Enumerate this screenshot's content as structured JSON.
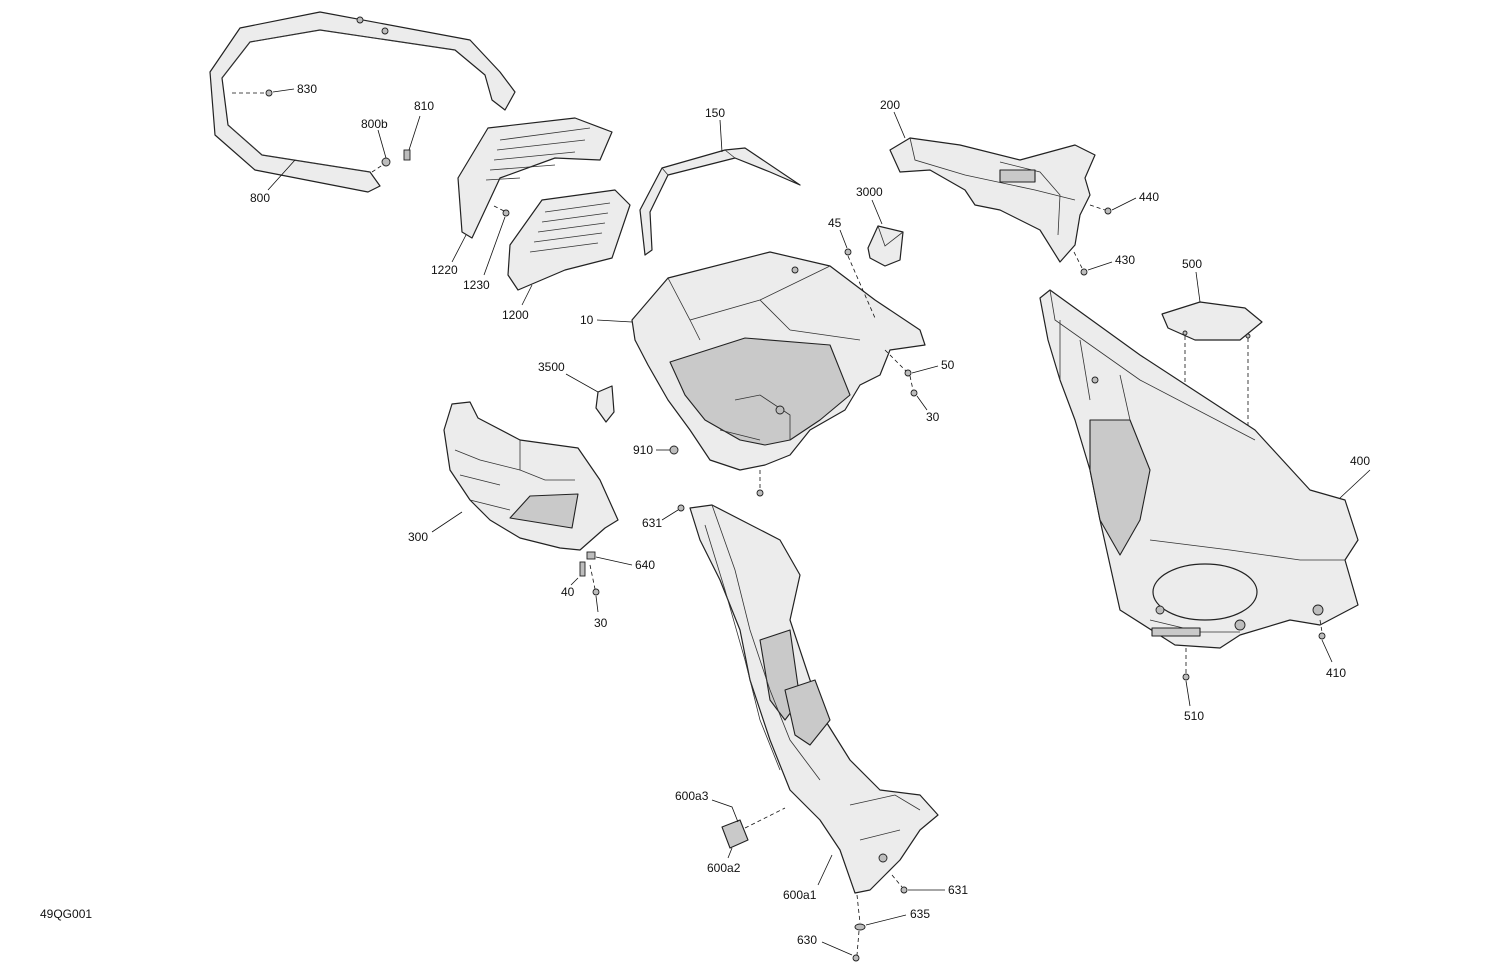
{
  "drawing_code": "49QG001",
  "callouts": {
    "c830": "830",
    "c810": "810",
    "c800b": "800b",
    "c800": "800",
    "c150": "150",
    "c200": "200",
    "c3000": "3000",
    "c45": "45",
    "c440": "440",
    "c430": "430",
    "c500": "500",
    "c1220": "1220",
    "c1230": "1230",
    "c1200": "1200",
    "c10": "10",
    "c50": "50",
    "c30a": "30",
    "c3500": "3500",
    "c910": "910",
    "c400": "400",
    "c300": "300",
    "c631a": "631",
    "c640": "640",
    "c40": "40",
    "c30b": "30",
    "c410": "410",
    "c510": "510",
    "c600a3": "600a3",
    "c600a2": "600a2",
    "c600a1": "600a1",
    "c631b": "631",
    "c635": "635",
    "c630": "630"
  }
}
